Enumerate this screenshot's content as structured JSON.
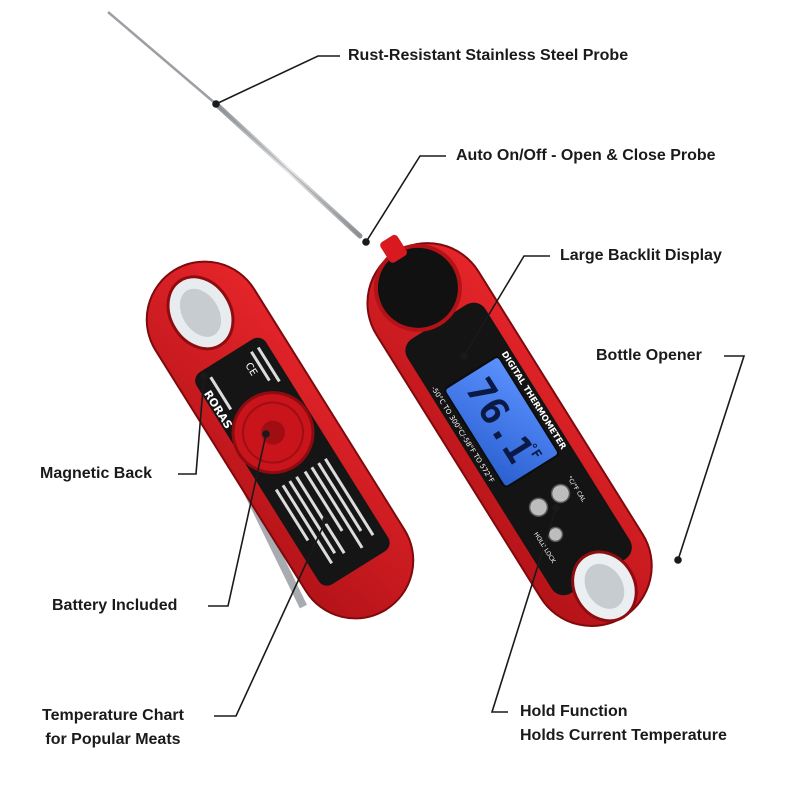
{
  "callouts": {
    "probe": "Rust-Resistant Stainless Steel Probe",
    "auto_on_off": "Auto On/Off - Open & Close Probe",
    "display": "Large Backlit Display",
    "bottle_opener": "Bottle Opener",
    "magnetic_back": "Magnetic Back",
    "battery": "Battery Included",
    "temp_chart_line1": "Temperature Chart",
    "temp_chart_line2": "for Popular Meats",
    "hold_line1": "Hold Function",
    "hold_line2": "Holds Current Temperature"
  },
  "device_front": {
    "title": "DIGITAL THERMOMETER",
    "reading": "76.1",
    "unit": "°F",
    "range": "-50°C TO 300°C/-58°F TO 572°F",
    "button_top_label": "°C/°F CAL",
    "button_bottom_label": "HOLD LOCK"
  },
  "device_back": {
    "brand": "RORAS",
    "ce_mark": "CE"
  },
  "colors": {
    "body_red": "#d4161c",
    "body_dark_red": "#9e0f14",
    "face_black": "#141414",
    "lcd_blue": "#2f6fe8",
    "probe_steel": "#b8bcc0",
    "leader": "#1a1a1a"
  }
}
